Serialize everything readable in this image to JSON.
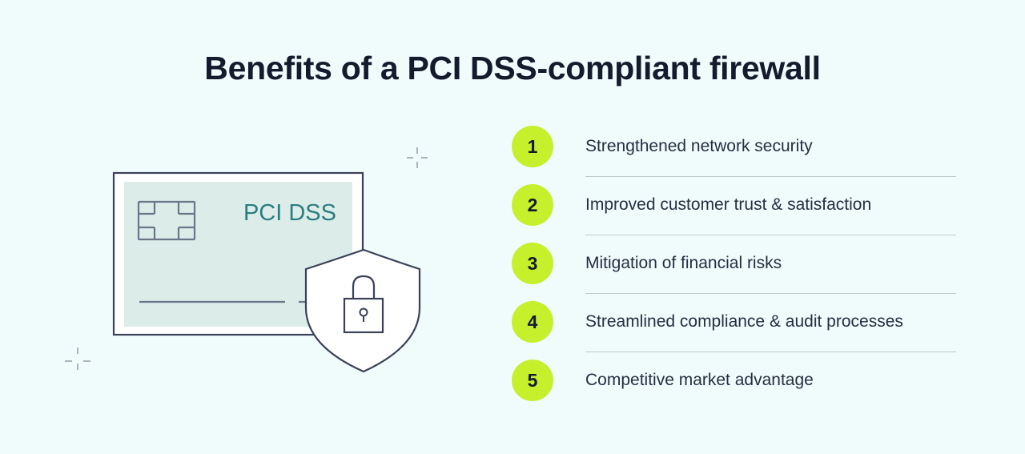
{
  "title": "Benefits of a PCI DSS-compliant firewall",
  "card": {
    "label": "PCI DSS"
  },
  "colors": {
    "background": "#f0fbfc",
    "accent": "#c6f02c",
    "card_label": "#2b7d7f",
    "card_fill": "#dbece9",
    "outline": "#3a4158"
  },
  "benefits": [
    {
      "number": "1",
      "label": "Strengthened network security"
    },
    {
      "number": "2",
      "label": "Improved customer trust & satisfaction"
    },
    {
      "number": "3",
      "label": "Mitigation of financial risks"
    },
    {
      "number": "4",
      "label": "Streamlined compliance & audit processes"
    },
    {
      "number": "5",
      "label": "Competitive market advantage"
    }
  ]
}
